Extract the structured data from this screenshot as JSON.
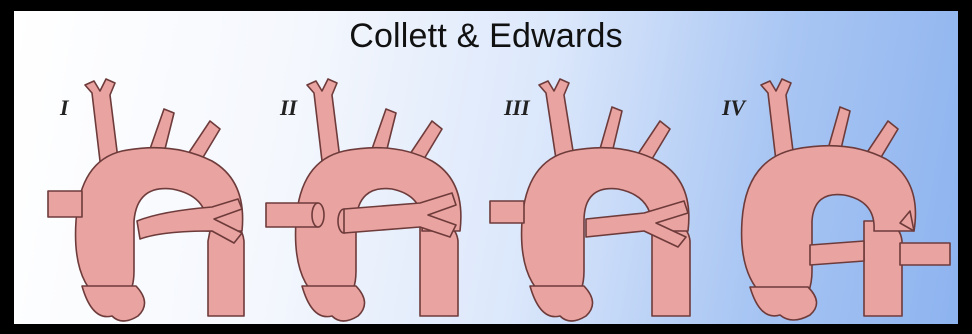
{
  "title": "Collett & Edwards",
  "types": [
    {
      "numeral": "I"
    },
    {
      "numeral": "II"
    },
    {
      "numeral": "III"
    },
    {
      "numeral": "IV"
    }
  ],
  "colors": {
    "vessel_fill": "#e9a3a0",
    "vessel_stroke": "#6e3b3b",
    "background_left": "#ffffff",
    "background_right": "#8db3ef",
    "border": "#000000"
  }
}
